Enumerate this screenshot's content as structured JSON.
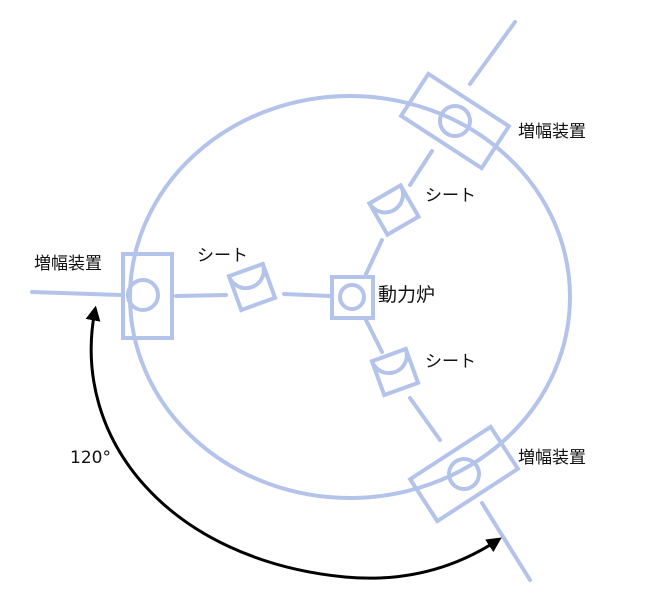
{
  "diagram": {
    "title": "",
    "colors": {
      "structure": "#b4c3ea",
      "arrow": "#000000",
      "text": "#111111",
      "background": "#ffffff"
    },
    "labels": {
      "reactor": "動力炉",
      "sheet_left": "シート",
      "sheet_upper": "シート",
      "sheet_lower": "シート",
      "amplifier_left": "増幅装置",
      "amplifier_upper": "増幅装置",
      "amplifier_lower": "増幅装置",
      "angle": "120°"
    },
    "nodes": [
      {
        "id": "reactor",
        "label": "動力炉",
        "type": "square-with-circle"
      },
      {
        "id": "sheet_left",
        "label": "シート",
        "type": "sheet"
      },
      {
        "id": "sheet_upper",
        "label": "シート",
        "type": "sheet"
      },
      {
        "id": "sheet_lower",
        "label": "シート",
        "type": "sheet"
      },
      {
        "id": "amplifier_left",
        "label": "増幅装置",
        "type": "rect-with-circle"
      },
      {
        "id": "amplifier_upper",
        "label": "増幅装置",
        "type": "rect-with-circle"
      },
      {
        "id": "amplifier_lower",
        "label": "増幅装置",
        "type": "rect-with-circle"
      }
    ],
    "edges": [
      {
        "from": "reactor",
        "to": "sheet_left"
      },
      {
        "from": "sheet_left",
        "to": "amplifier_left"
      },
      {
        "from": "reactor",
        "to": "sheet_upper"
      },
      {
        "from": "sheet_upper",
        "to": "amplifier_upper"
      },
      {
        "from": "reactor",
        "to": "sheet_lower"
      },
      {
        "from": "sheet_lower",
        "to": "amplifier_lower"
      }
    ],
    "annotation": {
      "type": "curved-double-arrow",
      "from": "amplifier_left",
      "to": "amplifier_lower",
      "label": "120°"
    }
  }
}
